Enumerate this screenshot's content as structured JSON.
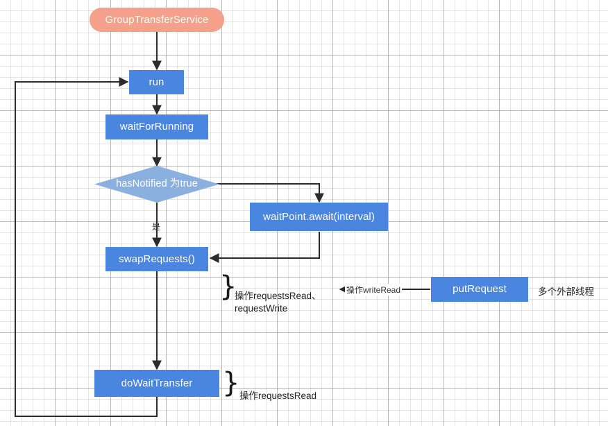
{
  "diagram": {
    "title": "GroupTransferService flow",
    "colors": {
      "start_fill": "#f4a08a",
      "process_fill": "#4a86e0",
      "decision_fill": "#8ab0e0",
      "edge_stroke": "#2b2b2b",
      "text_on_node": "#ffffff",
      "grid_minor": "#cdcdcd",
      "grid_major": "#969696"
    },
    "nodes": {
      "start": {
        "label": "GroupTransferService",
        "shape": "rounded-pill"
      },
      "run": {
        "label": "run",
        "shape": "rect"
      },
      "wait_for_running": {
        "label": "waitForRunning",
        "shape": "rect"
      },
      "decision": {
        "label": "hasNotified 为true",
        "shape": "diamond"
      },
      "wait_point": {
        "label": "waitPoint.await(interval)",
        "shape": "rect"
      },
      "swap_requests": {
        "label": "swapRequests()",
        "shape": "rect"
      },
      "do_wait_transfer": {
        "label": "doWaitTransfer",
        "shape": "rect"
      },
      "put_request": {
        "label": "putRequest",
        "shape": "rect"
      }
    },
    "edge_labels": {
      "yes_branch": "是",
      "write_read": "操作writeRead"
    },
    "annotations": {
      "swap_note": "操作requestsRead、\nrequestWrite",
      "transfer_note": "操作requestsRead",
      "external_threads": "多个外部线程",
      "brace_glyph": "}"
    }
  }
}
